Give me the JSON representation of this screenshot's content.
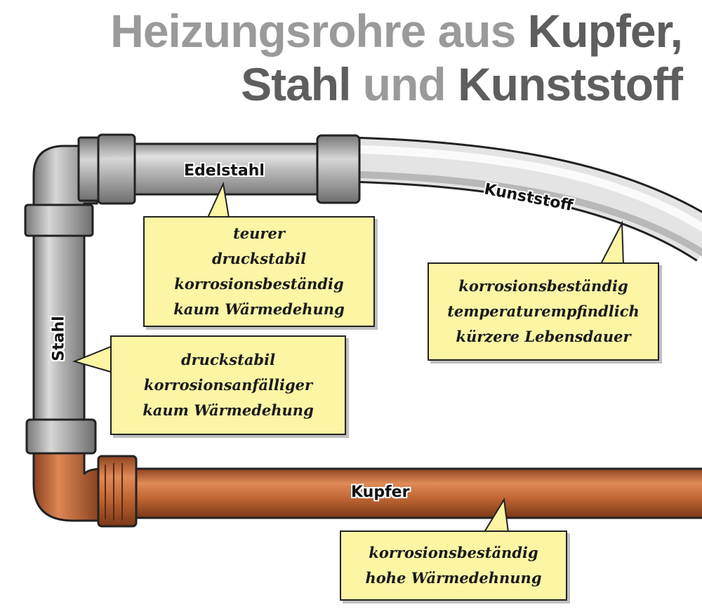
{
  "title": {
    "line1": {
      "light": "Heizungsrohre aus ",
      "dark": "Kupfer,"
    },
    "line2": {
      "dark1": "Stahl",
      "light": " und ",
      "dark2": "Kunststoff"
    }
  },
  "pipes": {
    "edelstahl": {
      "label": "Edelstahl",
      "properties": [
        "teurer",
        "druckstabil",
        "korrosionsbeständig",
        "kaum Wärmedehung"
      ]
    },
    "kunststoff": {
      "label": "Kunststoff",
      "properties": [
        "korrosionsbeständig",
        "temperaturempfindlich",
        "kürzere Lebensdauer"
      ]
    },
    "stahl": {
      "label": "Stahl",
      "properties": [
        "druckstabil",
        "korrosionsanfälliger",
        "kaum Wärmedehung"
      ]
    },
    "kupfer": {
      "label": "Kupfer",
      "properties": [
        "korrosionsbeständig",
        "hohe Wärmedehnung"
      ]
    }
  },
  "colors": {
    "bubble_fill": "#fbf5a4",
    "copper": "#c26a3a",
    "steel": "#b9b9b9",
    "plastic": "#e6e6e6",
    "title_light": "#9a9a9a",
    "title_dark": "#5e5e5e"
  }
}
